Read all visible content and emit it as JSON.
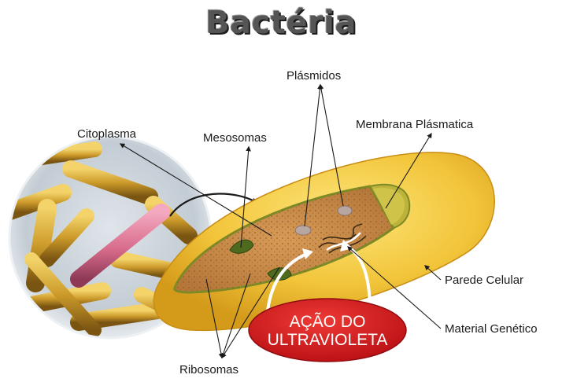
{
  "title": "Bactéria",
  "labels": {
    "plasmidos": "Plásmidos",
    "membrana": "Membrana Plásmatica",
    "citoplasma": "Citoplasma",
    "mesosomas": "Mesosomas",
    "parede": "Parede Celular",
    "material": "Material Genético",
    "ribosomas": "Ribosomas"
  },
  "uv_badge": {
    "line1": "AÇÃO DO",
    "line2": "ULTRAVIOLETA"
  },
  "colors": {
    "wall": "#f0c43a",
    "cytoplasm": "#c98a47",
    "membrane": "#b9b13a",
    "badge": "#d8191e"
  }
}
